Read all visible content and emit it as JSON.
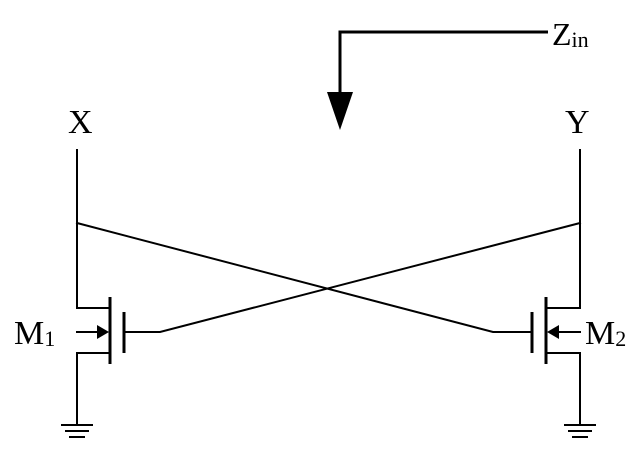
{
  "diagram": {
    "node_x_label": "X",
    "node_y_label": "Y",
    "zin_label_main": "Z",
    "zin_label_sub": "in",
    "m1_label_main": "M",
    "m1_label_sub": "1",
    "m2_label_main": "M",
    "m2_label_sub": "2",
    "line_color": "#000000",
    "background_color": "#ffffff",
    "icons": [
      "ground-icon",
      "ground-icon",
      "arrow-down-icon",
      "nmos-transistor-icon",
      "nmos-transistor-icon"
    ]
  }
}
